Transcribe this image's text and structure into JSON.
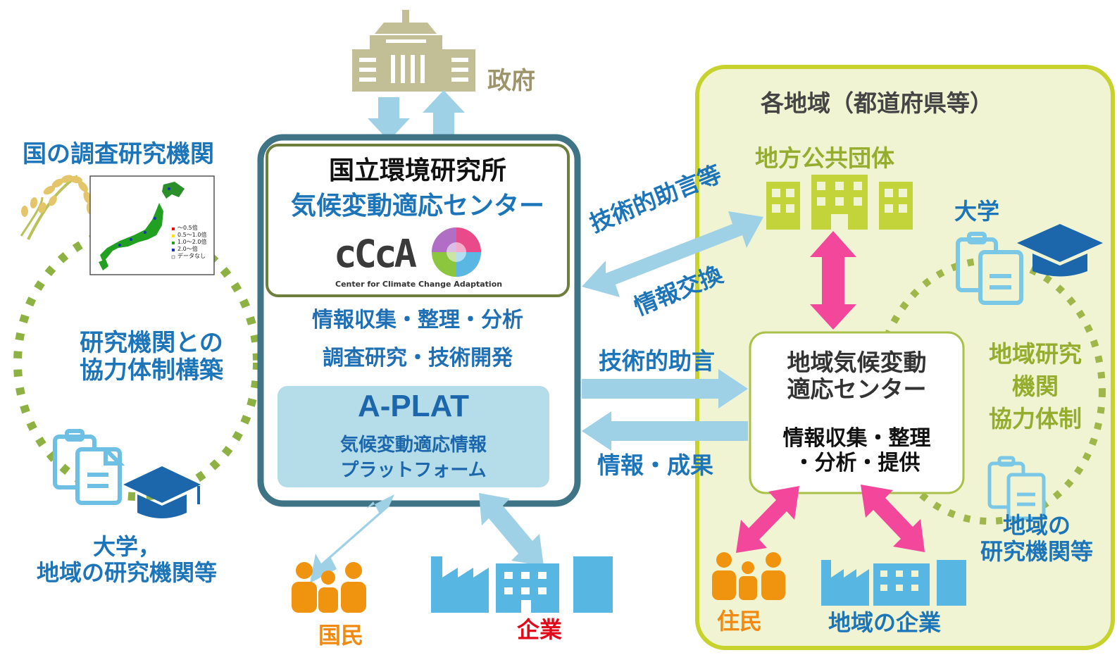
{
  "government": {
    "label": "政府"
  },
  "national_research": {
    "title": "国の調査研究機関"
  },
  "map_legend": [
    "～0.5倍",
    "0.5～1.0倍",
    "1.0～2.0倍",
    "2.0～倍",
    "データなし"
  ],
  "national_cooperation": {
    "line1": "研究機関との",
    "line2": "協力体制構築"
  },
  "universities_left": {
    "line1": "大学，",
    "line2": "地域の研究機関等"
  },
  "nies": {
    "name": "国立環境研究所",
    "center": "気候変動適応センター",
    "logo_text": "cCcA",
    "logo_caption": "Center for Climate Change Adaptation",
    "task1": "情報収集・整理・分析",
    "task2": "調査研究・技術開発",
    "aplat_title": "A-PLAT",
    "aplat_sub1": "気候変動適応情報",
    "aplat_sub2": "プラットフォーム"
  },
  "citizens": {
    "label": "国民"
  },
  "companies": {
    "label": "企業"
  },
  "arrows": {
    "advice_plus": "技術的助言等",
    "info_exchange": "情報交換",
    "advice": "技術的助言",
    "info_results": "情報・成果"
  },
  "region": {
    "title": "各地域（都道府県等）",
    "local_gov": "地方公共団体",
    "university": "大学",
    "center_line1": "地域気候変動",
    "center_line2": "適応センター",
    "center_task1": "情報収集・整理",
    "center_task2": "・分析・提供",
    "research_coop_line1": "地域研究",
    "research_coop_line2": "機関",
    "research_coop_line3": "協力体制",
    "research_inst_line1": "地域の",
    "research_inst_line2": "研究機関等",
    "residents": "住民",
    "local_companies": "地域の企業"
  },
  "colors": {
    "blue_text": "#1c74b9",
    "light_arrow": "#9fd1e6",
    "pink_arrow": "#f2479b",
    "region_bg": "#f0f4d3",
    "region_border": "#c7d22c",
    "orange_people": "#f0930f",
    "icon_blue": "#57b6e2",
    "green_building": "#c3d43b",
    "gov_building": "#c2bf97"
  }
}
